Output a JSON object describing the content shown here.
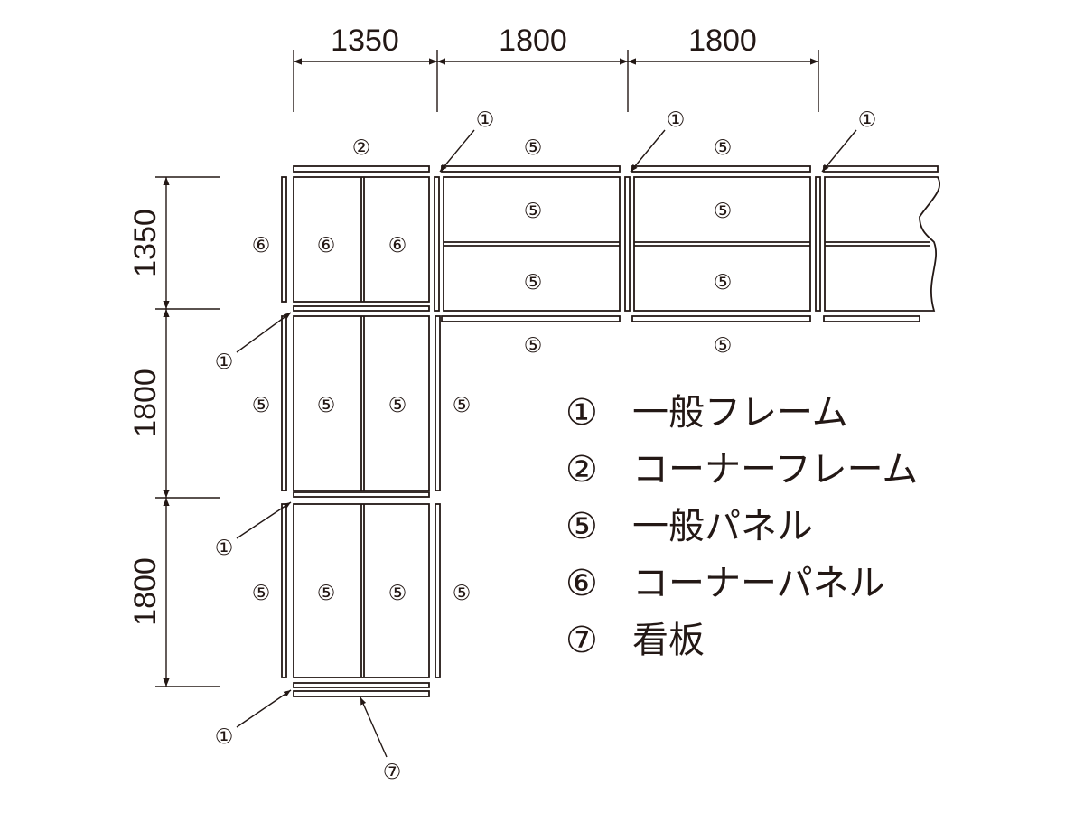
{
  "dimensions": {
    "top": [
      "1350",
      "1800",
      "1800"
    ],
    "left": [
      "1350",
      "1800",
      "1800"
    ]
  },
  "markers": {
    "frame": "①",
    "corner_frame": "②",
    "panel": "⑤",
    "corner_panel": "⑥",
    "signboard": "⑦"
  },
  "legend": [
    {
      "symbol": "①",
      "label": "一般フレーム"
    },
    {
      "symbol": "②",
      "label": "コーナーフレーム"
    },
    {
      "symbol": "⑤",
      "label": "一般パネル"
    },
    {
      "symbol": "⑥",
      "label": "コーナーパネル"
    },
    {
      "symbol": "⑦",
      "label": "看板"
    }
  ],
  "colors": {
    "line": "#231815",
    "fill": "#ffffff"
  }
}
